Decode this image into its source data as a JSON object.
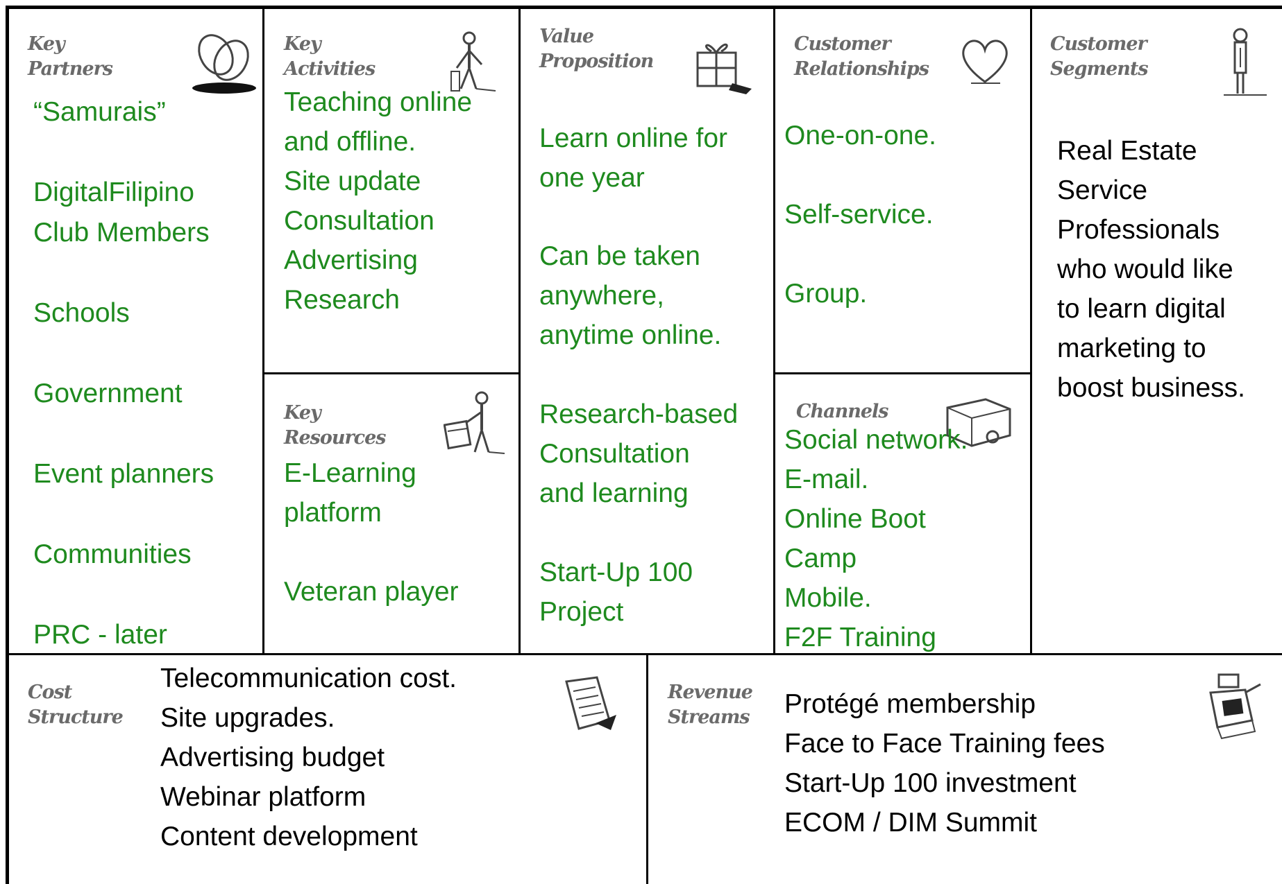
{
  "key_partners": {
    "heading": [
      "Key",
      "Partners"
    ],
    "icon": "chain-links-icon",
    "items": [
      "“Samurais”",
      "",
      "DigitalFilipino",
      "Club Members",
      "",
      "Schools",
      "",
      "Government",
      "",
      "Event planners",
      "",
      "Communities",
      "",
      "PRC - later"
    ]
  },
  "key_activities": {
    "heading": [
      "Key",
      "Activities"
    ],
    "icon": "worker-icon",
    "items": [
      "Teaching online",
      "and offline.",
      "Site update",
      "Consultation",
      "Advertising",
      "Research"
    ]
  },
  "key_resources": {
    "heading": [
      "Key",
      "Resources"
    ],
    "icon": "worker-with-crate-icon",
    "items": [
      "E-Learning",
      "platform",
      "",
      "Veteran player"
    ]
  },
  "value_proposition": {
    "heading": [
      "Value",
      "Proposition"
    ],
    "icon": "gift-package-icon",
    "items": [
      "Learn online for",
      "one year",
      "",
      "Can be taken",
      "anywhere,",
      "anytime online.",
      "",
      "Research-based",
      "Consultation",
      "and learning",
      "",
      "Start-Up 100",
      "Project"
    ]
  },
  "customer_relationships": {
    "heading": [
      "Customer",
      "Relationships"
    ],
    "icon": "heart-icon",
    "items": [
      "One-on-one.",
      "",
      "Self-service.",
      "",
      "Group."
    ]
  },
  "channels": {
    "heading": [
      "Channels"
    ],
    "icon": "delivery-truck-icon",
    "items": [
      "Social network.",
      "E-mail.",
      "Online Boot",
      "Camp",
      "Mobile.",
      "F2F Training"
    ]
  },
  "customer_segments": {
    "heading": [
      "Customer",
      "Segments"
    ],
    "icon": "person-standing-icon",
    "items": [
      "Real Estate",
      "Service",
      "Professionals",
      "who would like",
      "to learn digital",
      "marketing to",
      "boost business."
    ]
  },
  "cost_structure": {
    "heading": [
      "Cost",
      "Structure"
    ],
    "icon": "receipt-icon",
    "items": [
      "Telecommunication cost.",
      "Site upgrades.",
      "Advertising budget",
      "Webinar platform",
      "Content development"
    ]
  },
  "revenue_streams": {
    "heading": [
      "Revenue",
      "Streams"
    ],
    "icon": "cash-register-icon",
    "items": [
      "Protégé membership",
      "Face to Face Training fees",
      "Start-Up 100 investment",
      "ECOM / DIM Summit"
    ]
  },
  "colors": {
    "content_green": "#1e8a1e",
    "content_black": "#000000",
    "heading_gray": "#6a6a6a",
    "border": "#000000"
  }
}
